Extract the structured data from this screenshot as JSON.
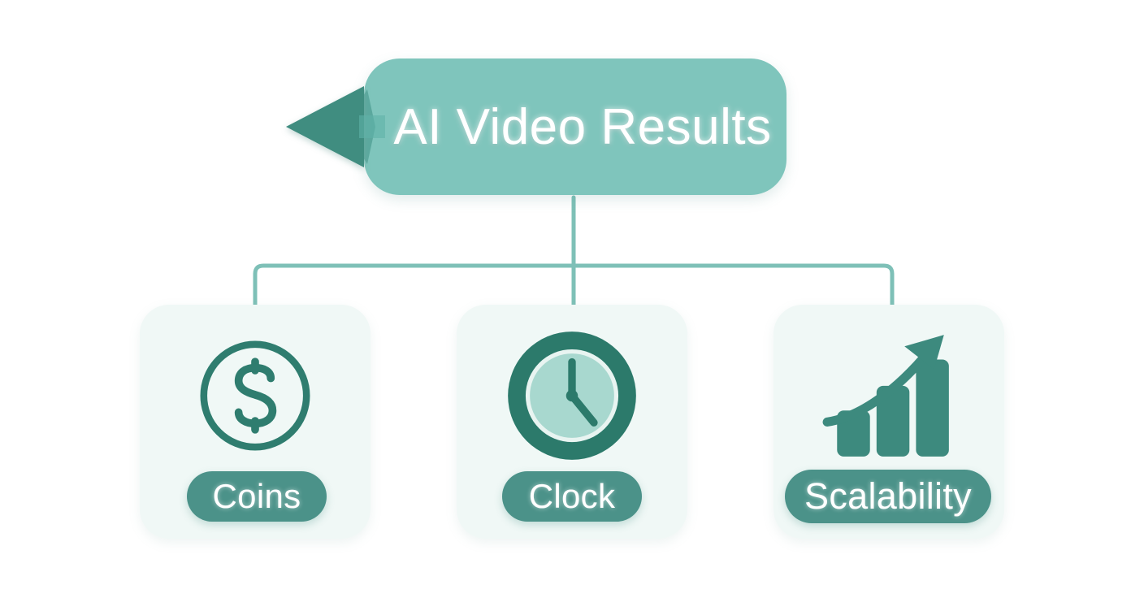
{
  "diagram": {
    "type": "hierarchy-tree",
    "background_color": "#ffffff",
    "root": {
      "label": "AI Video Results",
      "fill_color": "#7fc5bc",
      "text_color": "#ffffff",
      "arrow_icon": "left-triangle-arrow-icon",
      "arrow_color": "#3f8d80"
    },
    "connector": {
      "color": "#7ec0b7",
      "style": "orthogonal-elbow"
    },
    "children": [
      {
        "label": "Coins",
        "icon": "dollar-coin-icon",
        "icon_color": "#2f7d6f",
        "card_color": "#f0f8f6",
        "pill_color": "#4b9289"
      },
      {
        "label": "Clock",
        "icon": "clock-icon",
        "icon_color": "#2c7a6b",
        "icon_face_color": "#a8d8cf",
        "card_color": "#f0f8f6",
        "pill_color": "#4b9289"
      },
      {
        "label": "Scalability",
        "icon": "growth-bar-chart-arrow-icon",
        "icon_color": "#3d8a7e",
        "card_color": "#f0f8f6",
        "pill_color": "#4b9289"
      }
    ]
  }
}
